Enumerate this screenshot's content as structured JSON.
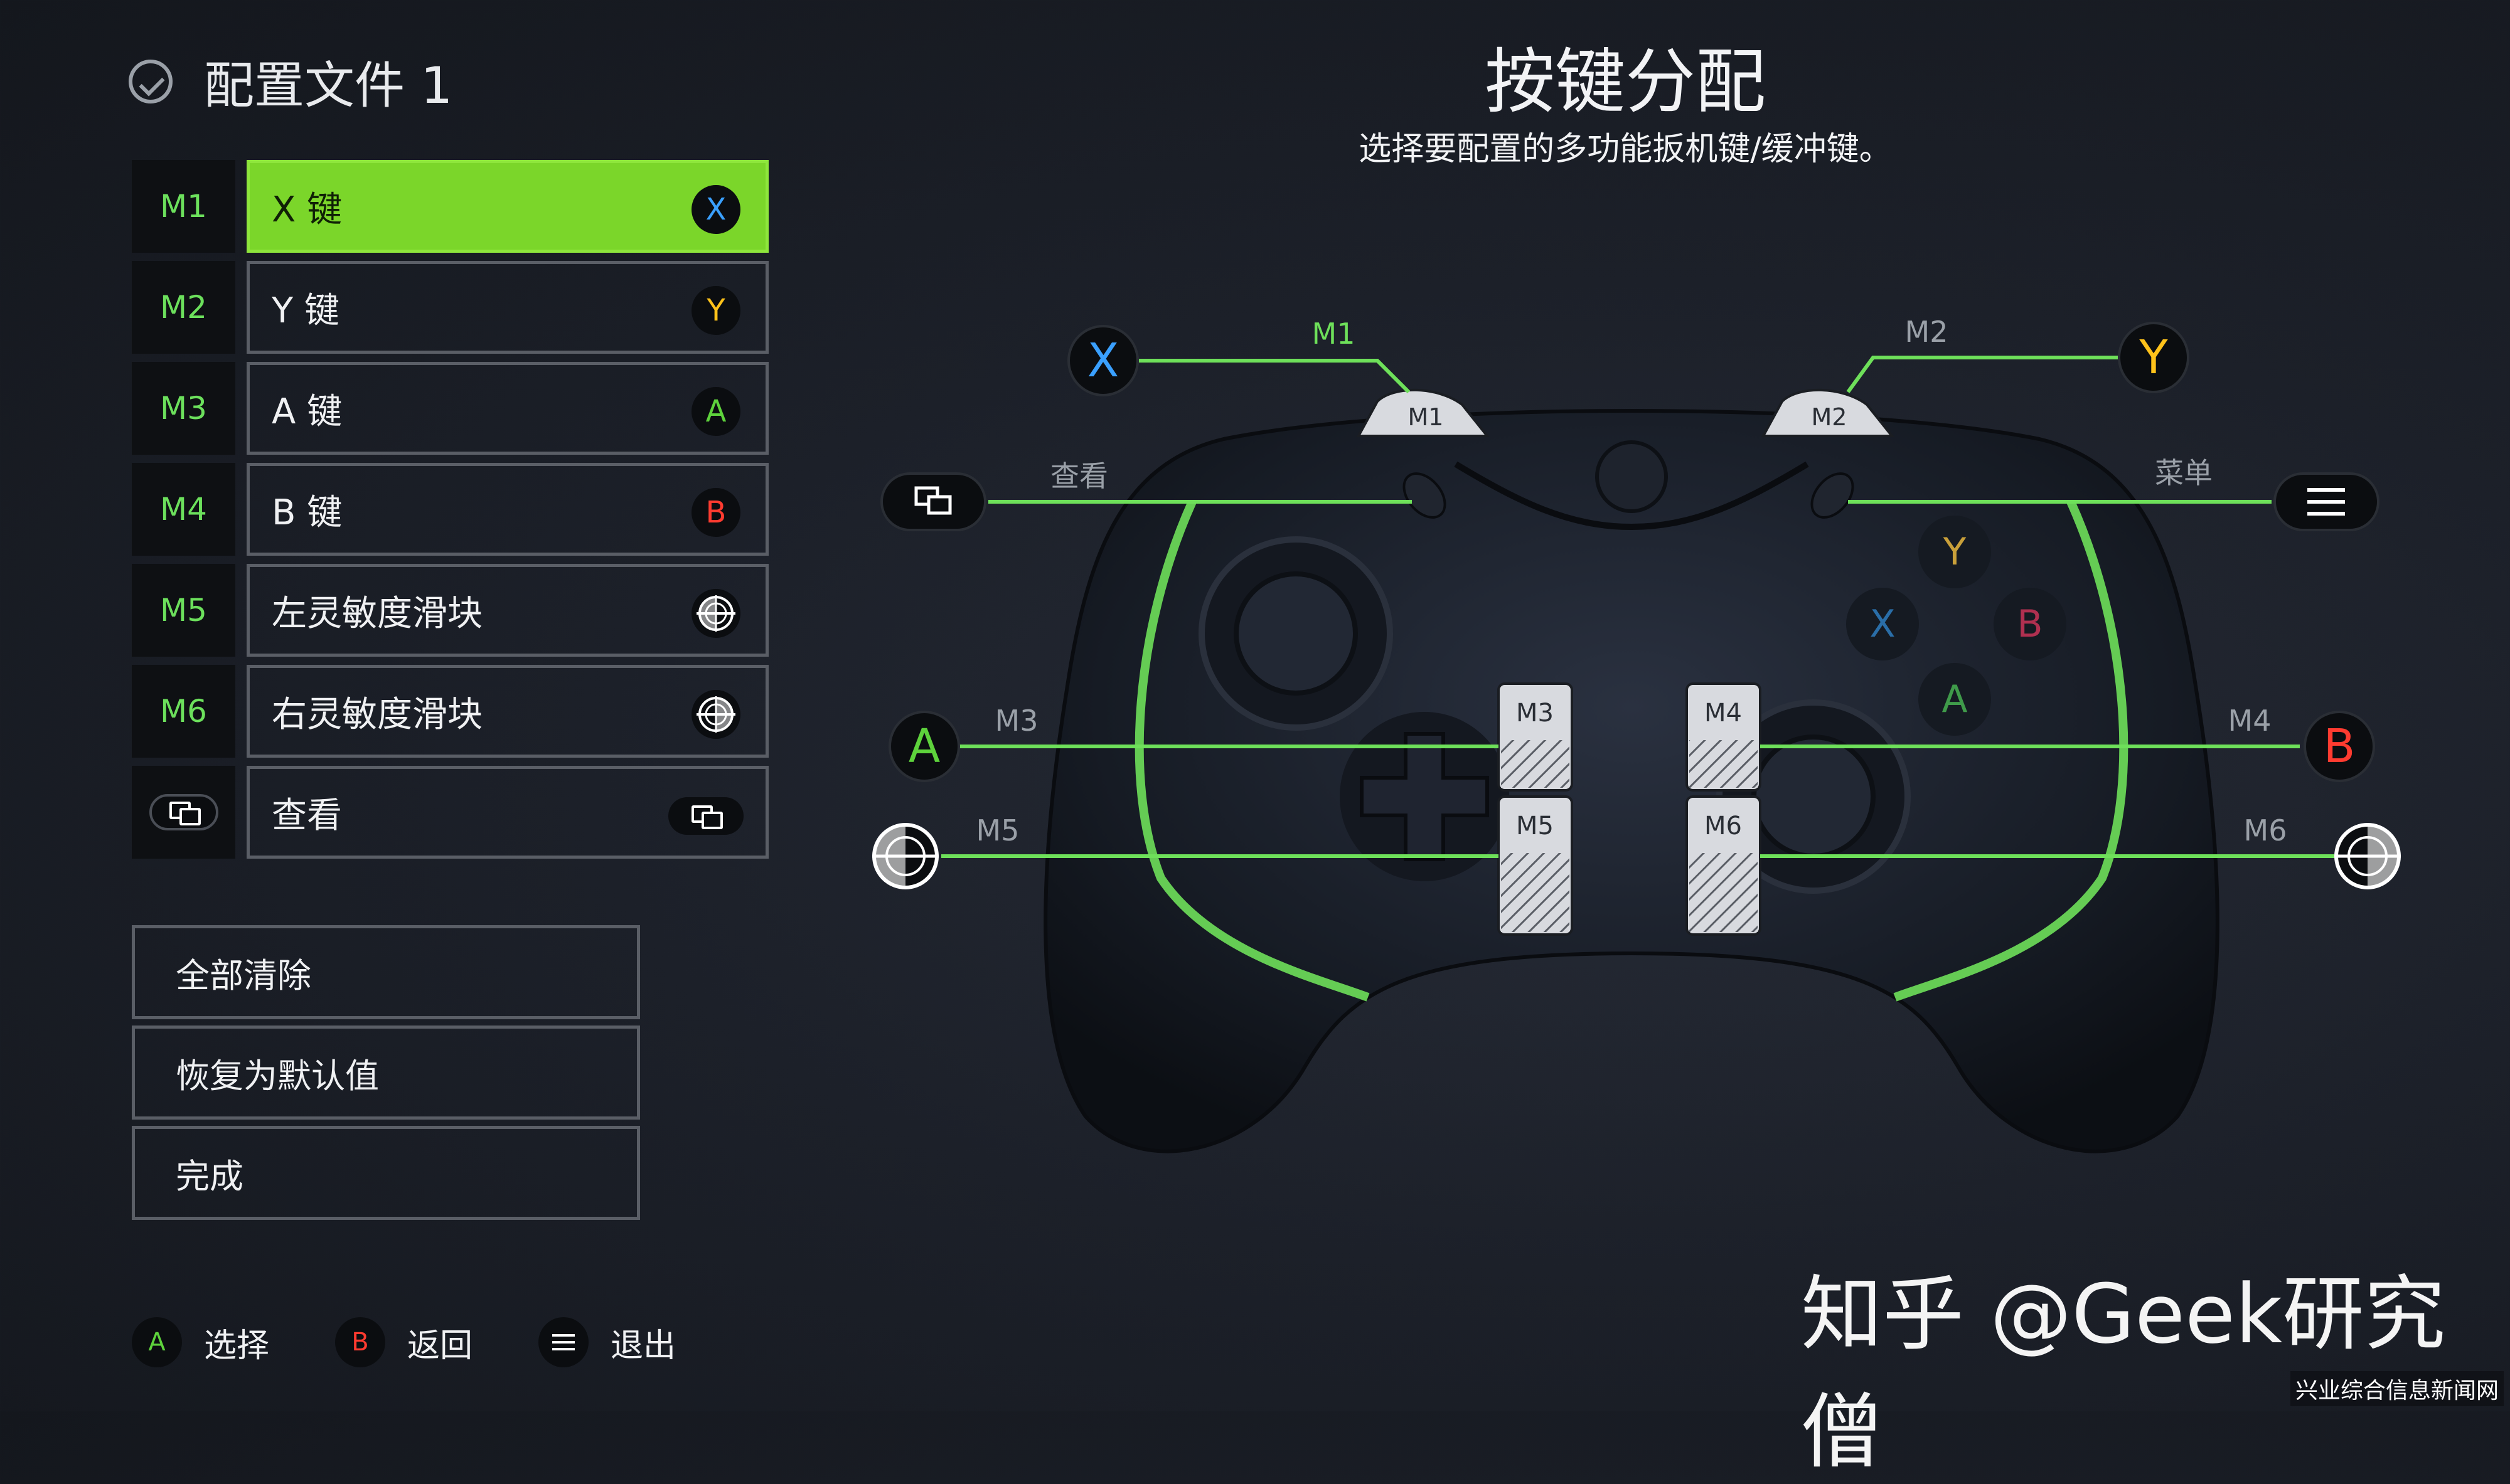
{
  "header": {
    "profile_name": "配置文件 1"
  },
  "title": "按键分配",
  "subtitle": "选择要配置的多功能扳机键/缓冲键。",
  "assignments": [
    {
      "tag": "M1",
      "label": "X 键",
      "glyph": "X",
      "color": "#3aa0ff",
      "selected": true
    },
    {
      "tag": "M2",
      "label": "Y 键",
      "glyph": "Y",
      "color": "#ffc21a"
    },
    {
      "tag": "M3",
      "label": "A 键",
      "glyph": "A",
      "color": "#5ed33c"
    },
    {
      "tag": "M4",
      "label": "B 键",
      "glyph": "B",
      "color": "#ff3b30"
    },
    {
      "tag": "M5",
      "label": "左灵敏度滑块",
      "icon": "left-sensitivity-icon"
    },
    {
      "tag": "M6",
      "label": "右灵敏度滑块",
      "icon": "right-sensitivity-icon"
    },
    {
      "tag": "view-icon",
      "label": "查看",
      "icon": "view-icon"
    }
  ],
  "actions": {
    "clear_all": "全部清除",
    "restore_default": "恢复为默认值",
    "done": "完成"
  },
  "footer": {
    "a_glyph": "A",
    "select": "选择",
    "b_glyph": "B",
    "back": "返回",
    "menu_icon": "menu-icon",
    "exit": "退出"
  },
  "diagram": {
    "m1": "M1",
    "m2": "M2",
    "m3": "M3",
    "m4": "M4",
    "m5": "M5",
    "m6": "M6",
    "view_label": "查看",
    "menu_label": "菜单",
    "x_glyph": "X",
    "y_glyph": "Y",
    "a_glyph": "A",
    "b_glyph": "B"
  },
  "colors": {
    "accent_green": "#7bd62a",
    "line_green": "#6ee05a",
    "x": "#3aa0ff",
    "y": "#ffc21a",
    "a": "#5ed33c",
    "b": "#ff3b30"
  },
  "watermark": "知乎 @Geek研究僧",
  "corner_text": "兴业综合信息新闻网"
}
